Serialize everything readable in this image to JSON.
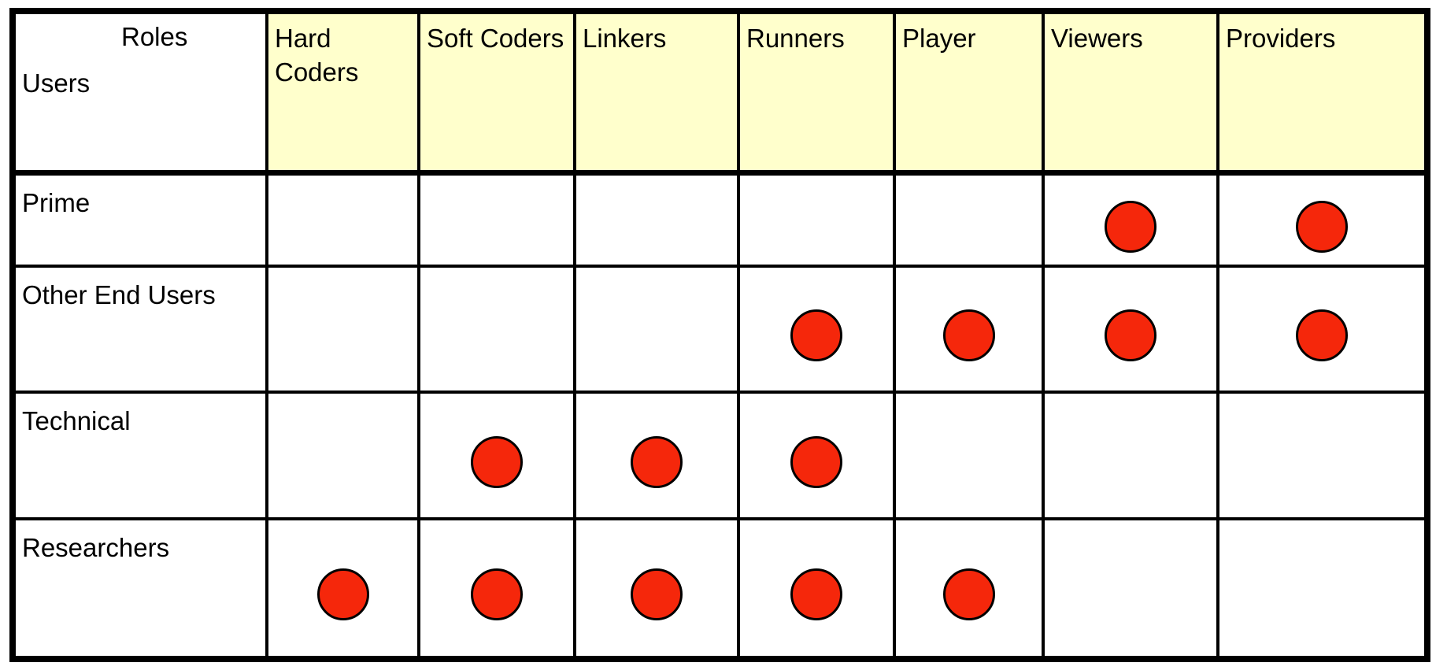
{
  "table": {
    "corner": {
      "roles_label": "Roles",
      "users_label": "Users"
    },
    "role_columns": [
      "Hard Coders",
      "Soft Coders",
      "Linkers",
      "Runners",
      "Player",
      "Viewers",
      "Providers"
    ],
    "user_rows": [
      {
        "label": "Prime",
        "marks": [
          0,
          0,
          0,
          0,
          0,
          1,
          1
        ]
      },
      {
        "label": "Other End Users",
        "marks": [
          0,
          0,
          0,
          1,
          1,
          1,
          1
        ]
      },
      {
        "label": "Technical",
        "marks": [
          0,
          1,
          1,
          1,
          0,
          0,
          0
        ]
      },
      {
        "label": "Researchers",
        "marks": [
          1,
          1,
          1,
          1,
          1,
          0,
          0
        ]
      }
    ],
    "colors": {
      "header_bg": "#FFFFCC",
      "shaded_row_bg": "#E9EEEE",
      "plain_row_bg": "#FFFFFF",
      "dot_fill": "#F5270B",
      "dot_outline": "#000000",
      "grid_line": "#000000"
    }
  }
}
